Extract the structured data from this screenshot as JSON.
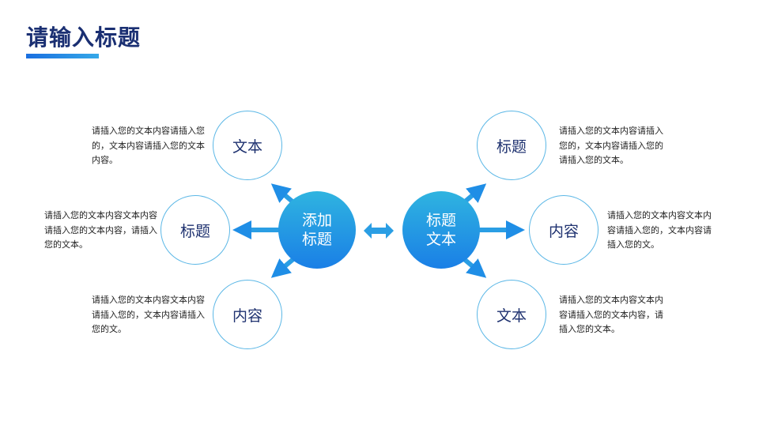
{
  "title": "请输入标题",
  "center_left": "添加标题",
  "center_right": "标题文本",
  "left_nodes": [
    {
      "label": "文本",
      "text": "请插入您的文本内容请插入您的，文本内容请插入您的文本内容。"
    },
    {
      "label": "标题",
      "text": "请插入您的文本内容文本内容请插入您的文本内容，请插入您的文本。"
    },
    {
      "label": "内容",
      "text": "请插入您的文本内容文本内容请插入您的，文本内容请插入您的文。"
    }
  ],
  "right_nodes": [
    {
      "label": "标题",
      "text": "请插入您的文本内容请插入您的，文本内容请插入您的请插入您的文本。"
    },
    {
      "label": "内容",
      "text": "请插入您的文本内容文本内容请插入您的，文本内容请插入您的文。"
    },
    {
      "label": "文本",
      "text": "请插入您的文本内容文本内容请插入您的文本内容，请插入您的文本。"
    }
  ],
  "colors": {
    "title": "#1a2f72",
    "accent": "#1a7fe6",
    "ring": "#5bb7e6"
  }
}
